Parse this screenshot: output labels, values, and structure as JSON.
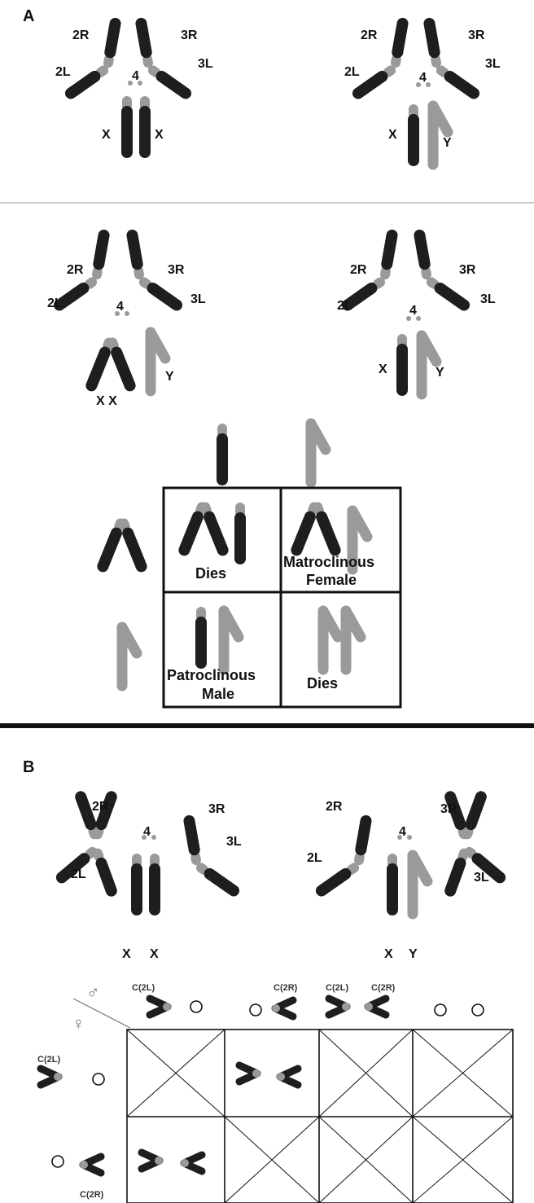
{
  "panel_a": {
    "label": "A",
    "karyotype_labels": {
      "l2R": "2R",
      "l2L": "2L",
      "l3R": "3R",
      "l3L": "3L",
      "l4": "4",
      "x": "X",
      "y": "Y",
      "xx": "X X"
    },
    "punnett": {
      "cell_tl": "Dies",
      "cell_tr_1": "Matroclinous",
      "cell_tr_2": "Female",
      "cell_bl_1": "Patroclinous",
      "cell_bl_2": "Male",
      "cell_br": "Dies"
    }
  },
  "panel_b": {
    "label": "B",
    "karyotype_labels": {
      "l2R": "2R",
      "l2L": "2L",
      "l3R": "3R",
      "l3L": "3L",
      "l4": "4",
      "x": "X",
      "y": "Y"
    },
    "table": {
      "male_symbol": "♂",
      "female_symbol": "♀",
      "c2l": "C(2L)",
      "c2r": "C(2R)"
    }
  },
  "colors": {
    "dark": "#1e1e1e",
    "gray": "#9a9a9a",
    "line": "#999999",
    "border": "#111111"
  }
}
